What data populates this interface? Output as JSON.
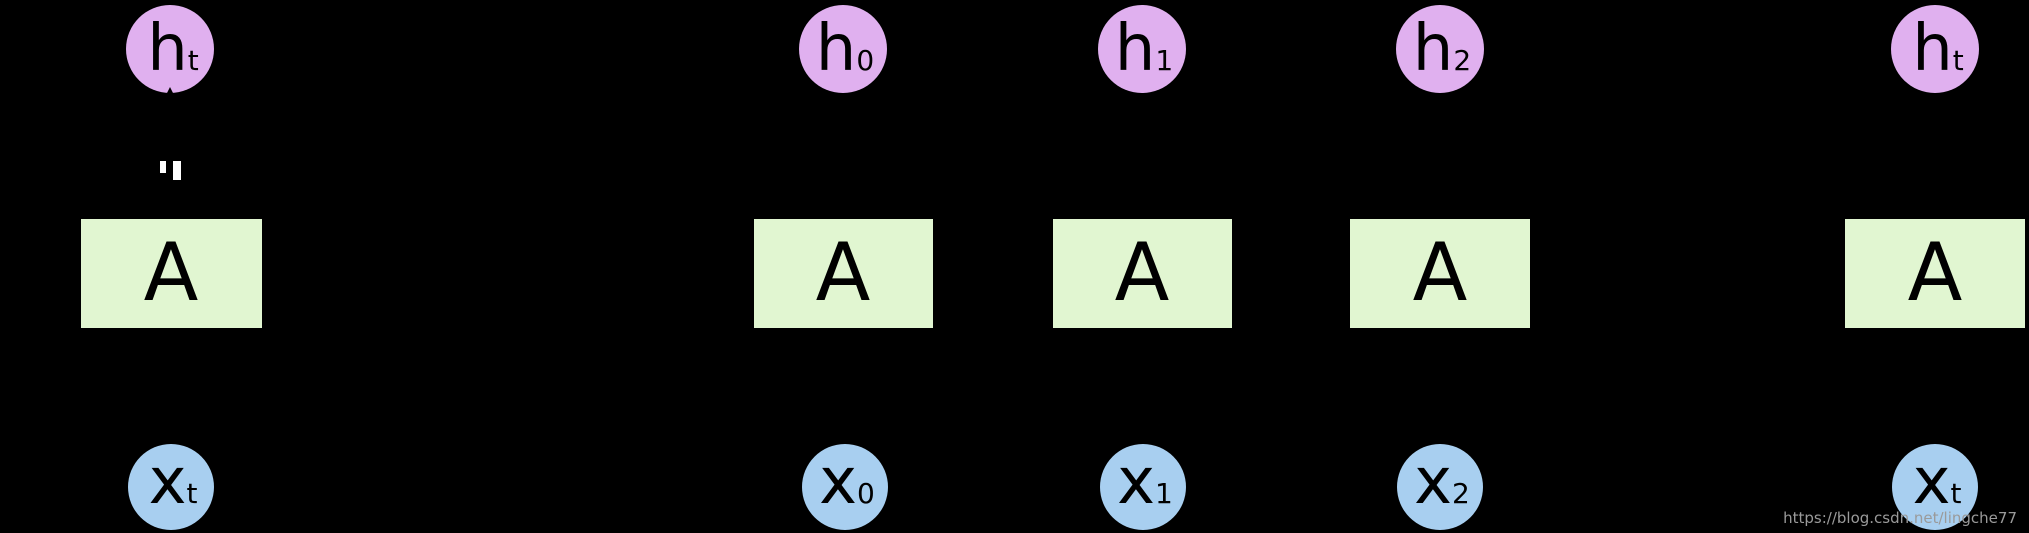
{
  "diagram": {
    "colors": {
      "background": "#000000",
      "hidden_state_fill": "#e0b0ef",
      "cell_fill": "#e1f6d1",
      "input_fill": "#a8cff0",
      "text": "#000000",
      "arrow": "#000000",
      "watermark": "#9a9a9a"
    },
    "folded": {
      "hidden": {
        "base": "h",
        "sub": "t"
      },
      "cell": {
        "label": "A"
      },
      "input": {
        "base": "x",
        "sub": "t"
      }
    },
    "unrolled": [
      {
        "hidden": {
          "base": "h",
          "sub": "0"
        },
        "cell": {
          "label": "A"
        },
        "input": {
          "base": "x",
          "sub": "0"
        }
      },
      {
        "hidden": {
          "base": "h",
          "sub": "1"
        },
        "cell": {
          "label": "A"
        },
        "input": {
          "base": "x",
          "sub": "1"
        }
      },
      {
        "hidden": {
          "base": "h",
          "sub": "2"
        },
        "cell": {
          "label": "A"
        },
        "input": {
          "base": "x",
          "sub": "2"
        }
      },
      {
        "hidden": {
          "base": "h",
          "sub": "t"
        },
        "cell": {
          "label": "A"
        },
        "input": {
          "base": "x",
          "sub": "t"
        }
      }
    ],
    "watermark": "https://blog.csdn.net/lingche77"
  }
}
